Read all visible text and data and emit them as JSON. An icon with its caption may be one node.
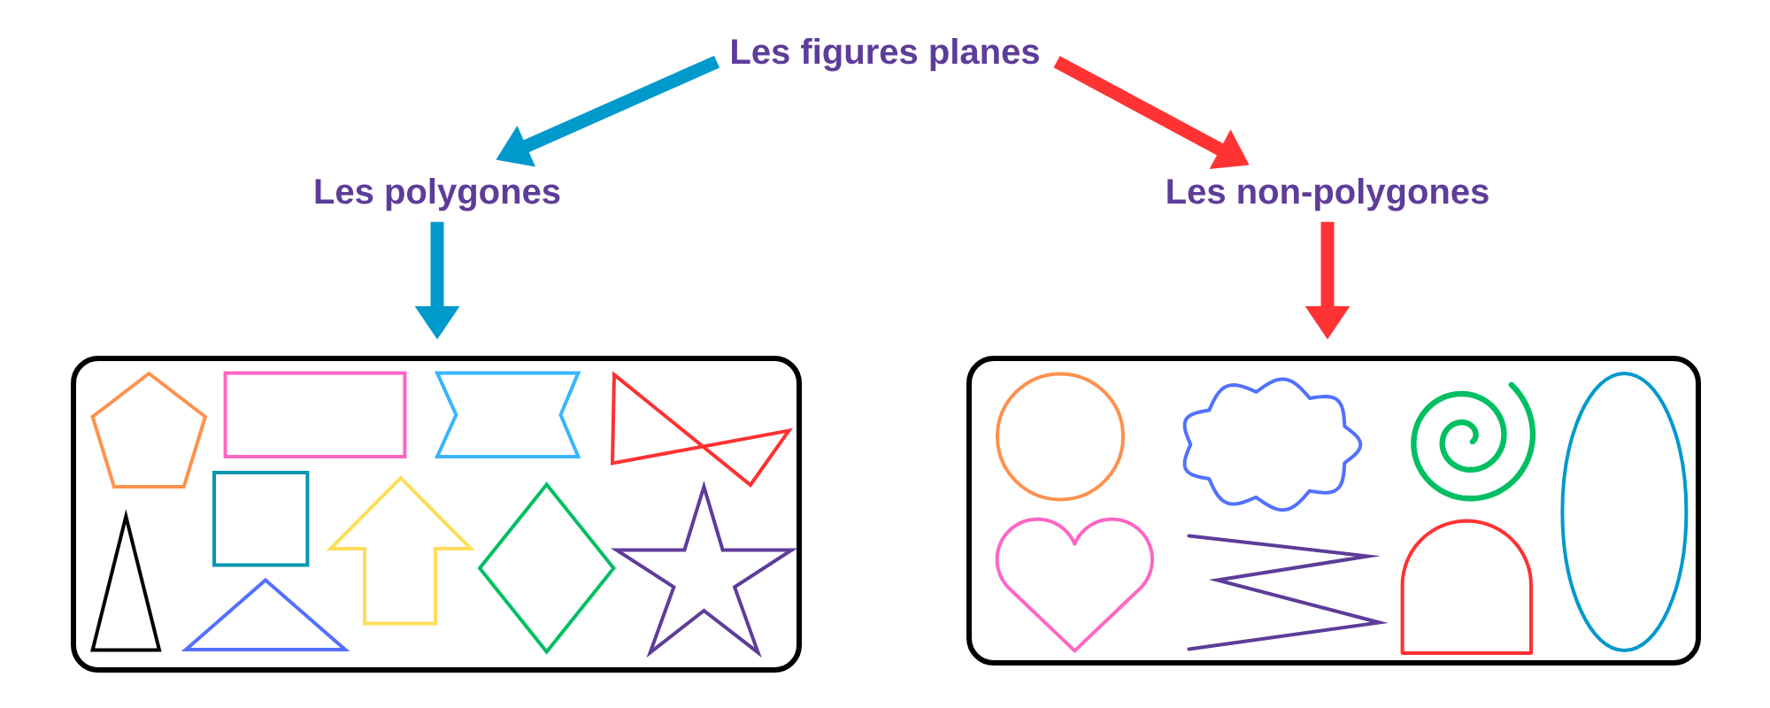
{
  "diagram": {
    "nodes": [
      {
        "text": [
          "Les figures planes"
        ]
      },
      {
        "text": [
          "Les polygones"
        ]
      },
      {
        "text": [
          "Les non-polygones"
        ]
      },
      {
        "text": [],
        "shape": "box"
      },
      {
        "text": [],
        "shape": "pentagon",
        "in": 3
      },
      {
        "text": [],
        "shape": "rectangle",
        "in": 3
      },
      {
        "text": [],
        "shape": "hexagon",
        "in": 3
      },
      {
        "text": [],
        "shape": "quadrilateral",
        "in": 3
      },
      {
        "text": [],
        "shape": "triangle",
        "in": 3
      },
      {
        "text": [],
        "shape": "square",
        "in": 3
      },
      {
        "text": [],
        "shape": "triangle",
        "in": 3
      },
      {
        "text": [],
        "shape": "arrow",
        "in": 3
      },
      {
        "text": [],
        "shape": "diamond",
        "in": 3
      },
      {
        "text": [],
        "shape": "star",
        "in": 3
      },
      {
        "text": [],
        "shape": "box"
      },
      {
        "text": [],
        "shape": "circle",
        "in": 14
      },
      {
        "text": [],
        "shape": "cloud",
        "in": 14
      },
      {
        "text": [],
        "shape": "spiral",
        "in": 14
      },
      {
        "text": [],
        "shape": "ellipse",
        "in": 14
      },
      {
        "text": [],
        "shape": "heart",
        "in": 14
      },
      {
        "text": [],
        "shape": "zigzag",
        "in": 14
      },
      {
        "text": [],
        "shape": "arch",
        "in": 14
      }
    ],
    "edges": [
      {
        "from": 0,
        "to": 1,
        "arrow": "to",
        "color": "#0099cc"
      },
      {
        "from": 0,
        "to": 2,
        "arrow": "to",
        "color": "#ff3333"
      },
      {
        "from": 1,
        "to": 3,
        "arrow": "to",
        "color": "#0099cc"
      },
      {
        "from": 2,
        "to": 14,
        "arrow": "to",
        "color": "#ff3333"
      }
    ]
  }
}
